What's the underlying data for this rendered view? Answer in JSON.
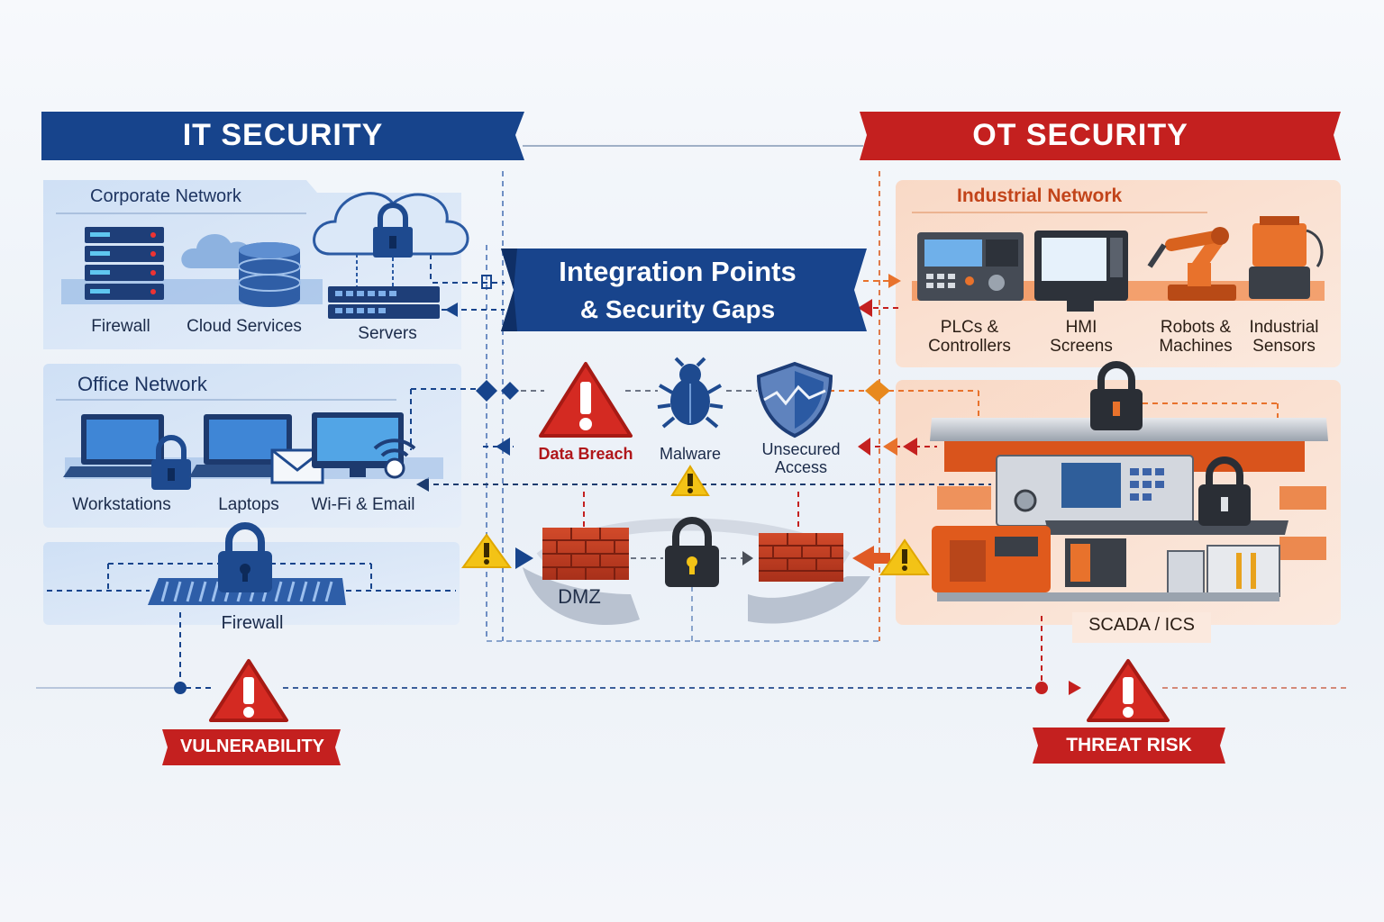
{
  "it_banner": "IT SECURITY",
  "ot_banner": "OT SECURITY",
  "center": {
    "line1": "Integration Points",
    "line2": "& Security Gaps"
  },
  "corporate": {
    "title": "Corporate Network",
    "firewall": "Firewall",
    "cloud": "Cloud Services",
    "servers": "Servers"
  },
  "office": {
    "title": "Office Network",
    "workstations": "Workstations",
    "laptops": "Laptops",
    "wifi_email": "Wi-Fi & Email"
  },
  "it_firewall": "Firewall",
  "threats": {
    "data_breach": "Data Breach",
    "malware": "Malware",
    "unsecured_1": "Unsecured",
    "unsecured_2": "Access"
  },
  "dmz": "DMZ",
  "industrial": {
    "title": "Industrial Network",
    "plc_1": "PLCs &",
    "plc_2": "Controllers",
    "hmi_1": "HMI",
    "hmi_2": "Screens",
    "robots_1": "Robots &",
    "robots_2": "Machines",
    "sensors_1": "Industrial",
    "sensors_2": "Sensors"
  },
  "scada": "SCADA / ICS",
  "vulnerability": "VULNERABILITY",
  "threat_risk": "THREAT RISK",
  "colors": {
    "it_blue": "#17448c",
    "ot_red": "#c4201f",
    "ot_orange": "#e8722c",
    "warning": "#f3c316"
  }
}
